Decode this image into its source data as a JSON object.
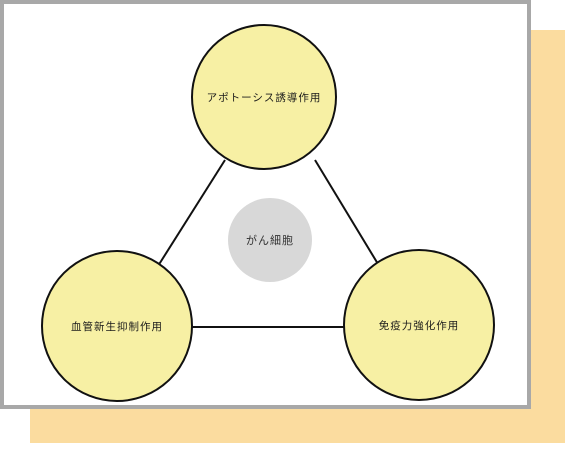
{
  "diagram": {
    "nodes": [
      {
        "id": "apoptosis",
        "label": "アポトーシス誘導作用"
      },
      {
        "id": "angiogenesis",
        "label": "血管新生抑制作用"
      },
      {
        "id": "immunity",
        "label": "免疫力強化作用"
      }
    ],
    "center": {
      "label": "がん細胞"
    },
    "edges": [
      {
        "from": "apoptosis",
        "to": "angiogenesis"
      },
      {
        "from": "apoptosis",
        "to": "immunity"
      },
      {
        "from": "angiogenesis",
        "to": "immunity"
      }
    ]
  },
  "colors": {
    "node_fill": "#f7f0a4",
    "node_stroke": "#111111",
    "center_fill": "#d8d8d8",
    "frame_border": "#a8a8a8",
    "shadow_panel": "#fbdc9f"
  }
}
